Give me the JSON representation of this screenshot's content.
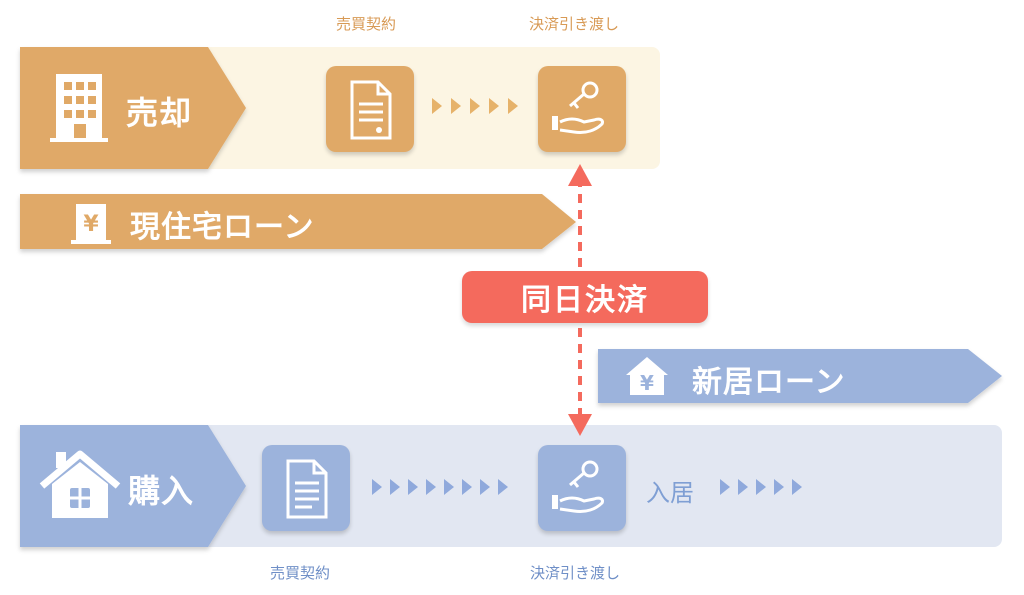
{
  "colors": {
    "sell": "#e0a967",
    "sell_band": "#fcf5e3",
    "buy": "#9cb3dc",
    "buy_band": "#e2e7f2",
    "accent": "#f46a5d"
  },
  "sell_row": {
    "label": "売却",
    "icon": "building-icon",
    "step1_caption": "売買契約",
    "step1_icon": "document-icon",
    "step2_caption": "決済引き渡し",
    "step2_icon": "key-hand-icon"
  },
  "current_loan": {
    "label": "現住宅ローン",
    "icon": "yen-door-icon"
  },
  "same_day": {
    "label": "同日決済"
  },
  "new_loan": {
    "label": "新居ローン",
    "icon": "yen-house-icon"
  },
  "buy_row": {
    "label": "購入",
    "icon": "house-icon",
    "step1_caption": "売買契約",
    "step1_icon": "document-icon",
    "step2_caption": "決済引き渡し",
    "step2_icon": "key-hand-icon",
    "move_in": "入居"
  }
}
